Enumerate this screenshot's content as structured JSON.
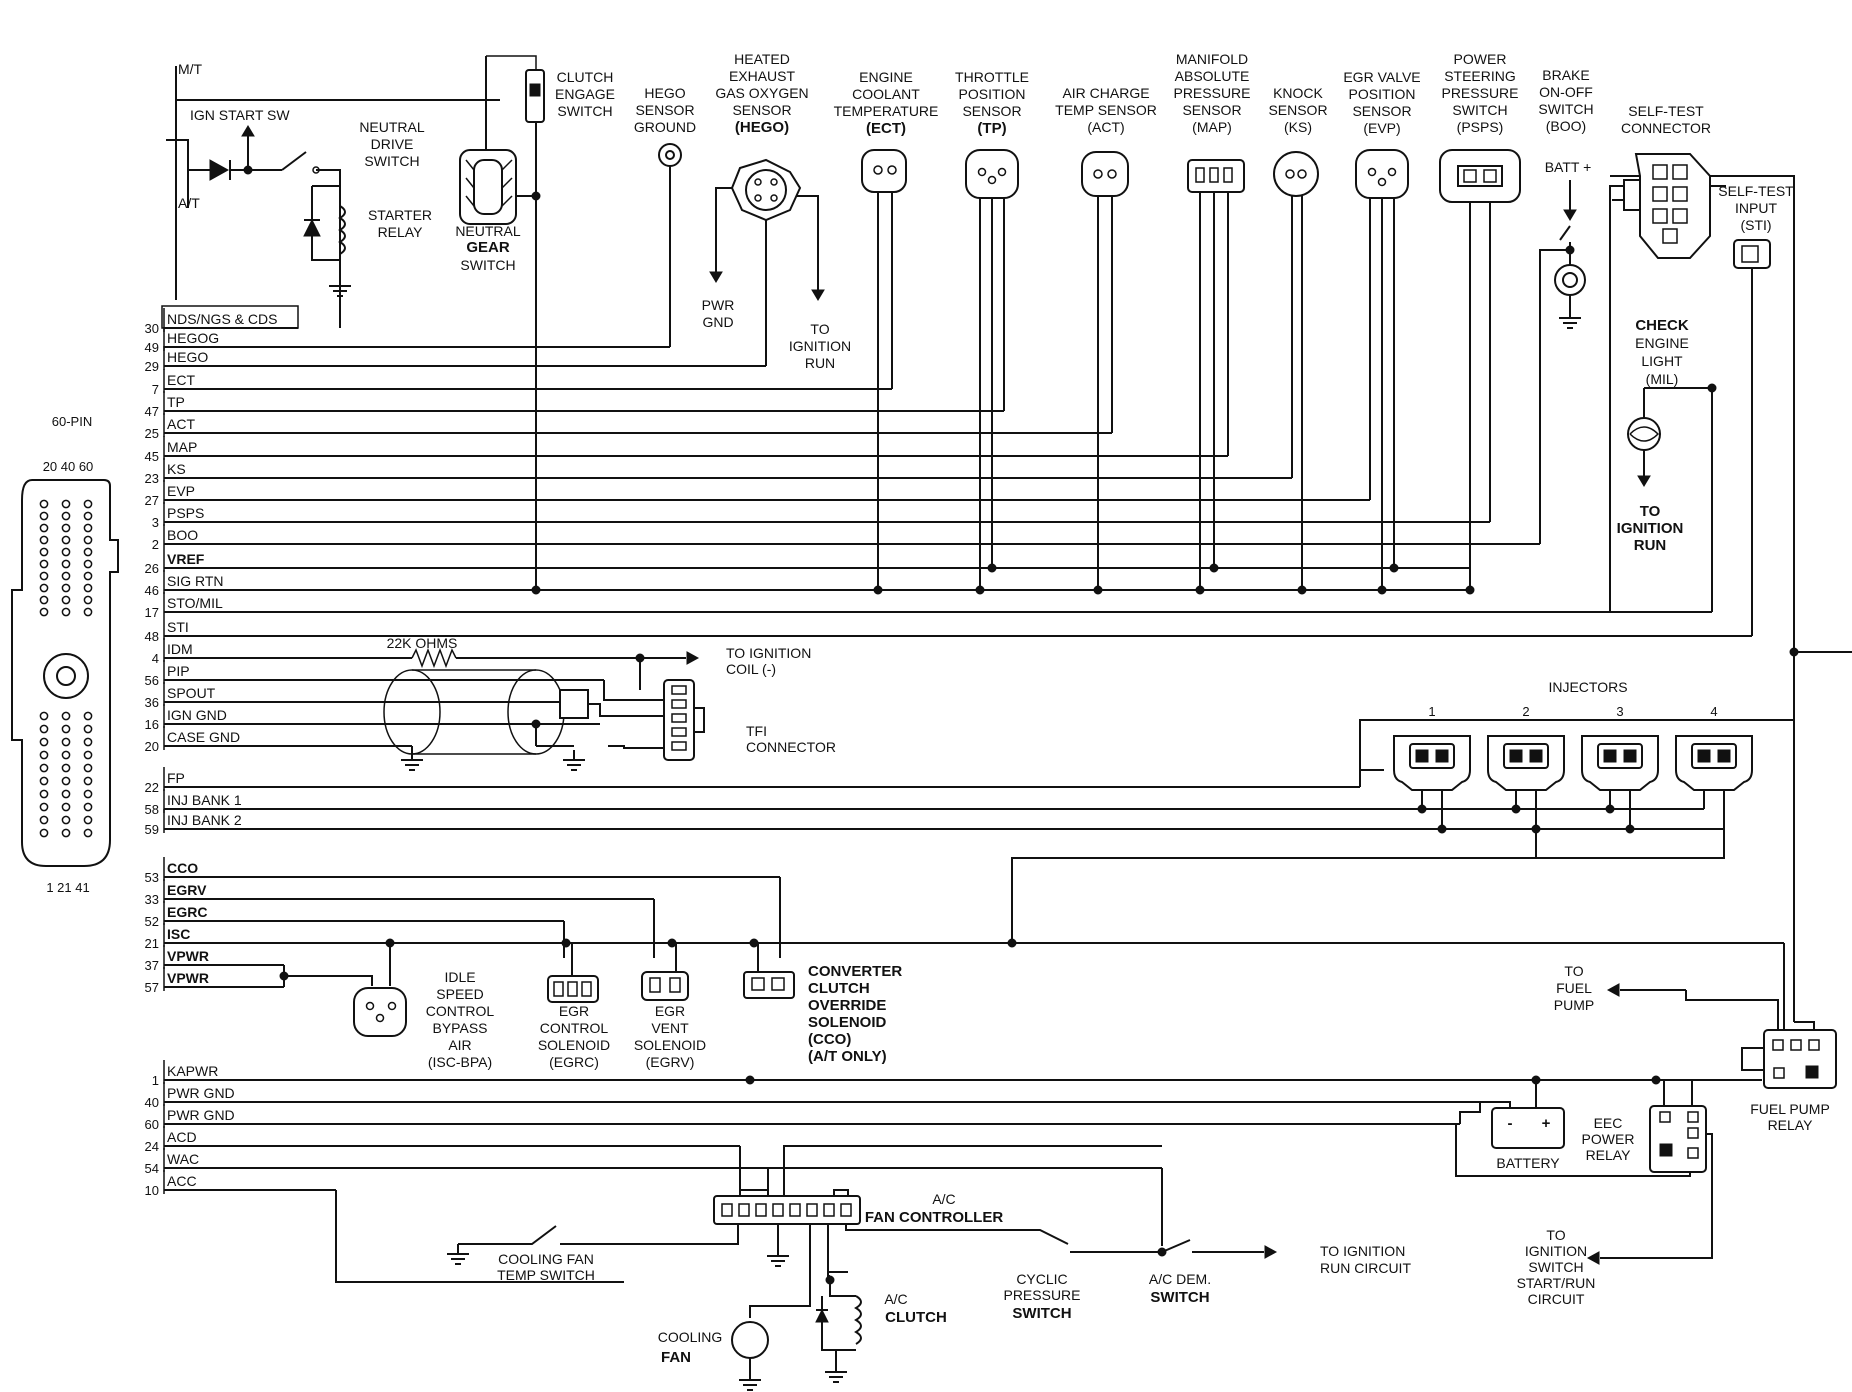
{
  "ecu": {
    "pin_count_label": "60-PIN",
    "top_numbers": "20  40  60",
    "bottom_numbers": "1  21  41"
  },
  "signals": [
    {
      "pin": "30",
      "name": "NDS/NGS & CDS",
      "boxed": true
    },
    {
      "pin": "49",
      "name": "HEGOG"
    },
    {
      "pin": "29",
      "name": "HEGO"
    },
    {
      "pin": "7",
      "name": "ECT"
    },
    {
      "pin": "47",
      "name": "TP"
    },
    {
      "pin": "25",
      "name": "ACT"
    },
    {
      "pin": "45",
      "name": "MAP"
    },
    {
      "pin": "23",
      "name": "KS"
    },
    {
      "pin": "27",
      "name": "EVP"
    },
    {
      "pin": "3",
      "name": "PSPS"
    },
    {
      "pin": "2",
      "name": "BOO"
    },
    {
      "pin": "26",
      "name": "VREF"
    },
    {
      "pin": "46",
      "name": "SIG RTN"
    },
    {
      "pin": "17",
      "name": "STO/MIL"
    },
    {
      "pin": "48",
      "name": "STI"
    },
    {
      "pin": "4",
      "name": "IDM"
    },
    {
      "pin": "56",
      "name": "PIP"
    },
    {
      "pin": "36",
      "name": "SPOUT"
    },
    {
      "pin": "16",
      "name": "IGN GND"
    },
    {
      "pin": "20",
      "name": "CASE GND"
    },
    {
      "pin": "22",
      "name": "FP"
    },
    {
      "pin": "58",
      "name": "INJ BANK 1"
    },
    {
      "pin": "59",
      "name": "INJ BANK 2"
    },
    {
      "pin": "53",
      "name": "CCO"
    },
    {
      "pin": "33",
      "name": "EGRV"
    },
    {
      "pin": "52",
      "name": "EGRC"
    },
    {
      "pin": "21",
      "name": "ISC"
    },
    {
      "pin": "37",
      "name": "VPWR"
    },
    {
      "pin": "57",
      "name": "VPWR"
    },
    {
      "pin": "1",
      "name": "KAPWR"
    },
    {
      "pin": "40",
      "name": "PWR GND"
    },
    {
      "pin": "60",
      "name": "PWR GND"
    },
    {
      "pin": "24",
      "name": "ACD"
    },
    {
      "pin": "54",
      "name": "WAC"
    },
    {
      "pin": "10",
      "name": "ACC"
    }
  ],
  "labels": {
    "mt": "M/T",
    "at": "A/T",
    "ign_start_sw": "IGN  START SW",
    "neutral_drive_switch": [
      "NEUTRAL",
      "DRIVE",
      "SWITCH"
    ],
    "starter_relay": [
      "STARTER",
      "RELAY"
    ],
    "clutch_engage_switch": [
      "CLUTCH",
      "ENGAGE",
      "SWITCH"
    ],
    "neutral_gear_switch": [
      "NEUTRAL",
      "GEAR",
      "SWITCH"
    ],
    "hego_ground": [
      "HEGO",
      "SENSOR",
      "GROUND"
    ],
    "hego_sensor": [
      "HEATED",
      "EXHAUST",
      "GAS OXYGEN",
      "SENSOR",
      "(HEGO)"
    ],
    "pwr_gnd": [
      "PWR",
      "GND"
    ],
    "to_ignition_run_hego": [
      "TO",
      "IGNITION",
      "RUN"
    ],
    "ect_sensor": [
      "ENGINE",
      "COOLANT",
      "TEMPERATURE",
      "(ECT)"
    ],
    "tp_sensor": [
      "THROTTLE",
      "POSITION",
      "SENSOR",
      "(TP)"
    ],
    "act_sensor": [
      "AIR CHARGE",
      "TEMP SENSOR",
      "(ACT)"
    ],
    "map_sensor": [
      "MANIFOLD",
      "ABSOLUTE",
      "PRESSURE",
      "SENSOR",
      "(MAP)"
    ],
    "ks_sensor": [
      "KNOCK",
      "SENSOR",
      "(KS)"
    ],
    "evp_sensor": [
      "EGR VALVE",
      "POSITION",
      "SENSOR",
      "(EVP)"
    ],
    "psps_switch": [
      "POWER",
      "STEERING",
      "PRESSURE",
      "SWITCH",
      "(PSPS)"
    ],
    "boo_switch": [
      "BRAKE",
      "ON-OFF",
      "SWITCH",
      "(BOO)"
    ],
    "batt_plus": "BATT +",
    "self_test_connector": [
      "SELF-TEST",
      "CONNECTOR"
    ],
    "self_test_input": [
      "SELF-TEST",
      "INPUT",
      "(STI)"
    ],
    "check_engine_light": [
      "CHECK",
      "ENGINE",
      "LIGHT",
      "(MIL)"
    ],
    "to_ignition_run_mil": [
      "TO",
      "IGNITION",
      "RUN"
    ],
    "resistor": "22K OHMS",
    "to_ignition_coil": [
      "TO IGNITION",
      "COIL (-)"
    ],
    "tfi_connector": [
      "TFI",
      "CONNECTOR"
    ],
    "injectors": "INJECTORS",
    "injector_numbers": [
      "1",
      "2",
      "3",
      "4"
    ],
    "isc_bpa": [
      "IDLE",
      "SPEED",
      "CONTROL",
      "BYPASS",
      "AIR",
      "(ISC-BPA)"
    ],
    "egrc_solenoid": [
      "EGR",
      "CONTROL",
      "SOLENOID",
      "(EGRC)"
    ],
    "egrv_solenoid": [
      "EGR",
      "VENT",
      "SOLENOID",
      "(EGRV)"
    ],
    "cco_solenoid": [
      "CONVERTER",
      "CLUTCH",
      "OVERRIDE",
      "SOLENOID",
      "(CCO)",
      "(A/T ONLY)"
    ],
    "to_fuel_pump": [
      "TO",
      "FUEL",
      "PUMP"
    ],
    "fuel_pump_relay": [
      "FUEL PUMP",
      "RELAY"
    ],
    "battery": "BATTERY",
    "battery_minus": "-",
    "battery_plus": "+",
    "eec_power_relay": [
      "EEC",
      "POWER",
      "RELAY"
    ],
    "ac_fan_controller": [
      "A/C",
      "FAN CONTROLLER"
    ],
    "cooling_fan_temp_switch": [
      "COOLING FAN",
      "TEMP SWITCH"
    ],
    "cyclic_pressure_switch": [
      "CYCLIC",
      "PRESSURE",
      "SWITCH"
    ],
    "ac_dem_switch": [
      "A/C DEM.",
      "SWITCH"
    ],
    "to_ignition_run_circuit": [
      "TO IGNITION",
      "RUN CIRCUIT"
    ],
    "to_ignition_switch": [
      "TO",
      "IGNITION",
      "SWITCH",
      "START/RUN",
      "CIRCUIT"
    ],
    "cooling_fan": [
      "COOLING",
      "FAN"
    ],
    "ac_clutch": [
      "A/C",
      "CLUTCH"
    ]
  }
}
